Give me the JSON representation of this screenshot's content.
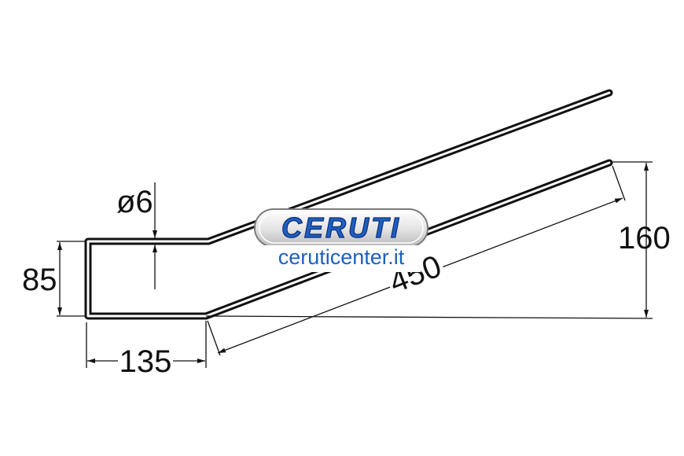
{
  "dimensions": {
    "diameter": "ø6",
    "height_small": "85",
    "height_large": "160",
    "length_diagonal": "450",
    "length_base": "135"
  },
  "watermark": {
    "brand": "CERUTI",
    "website": "ceruticenter.it",
    "brand_color": "#1e5fc0"
  }
}
